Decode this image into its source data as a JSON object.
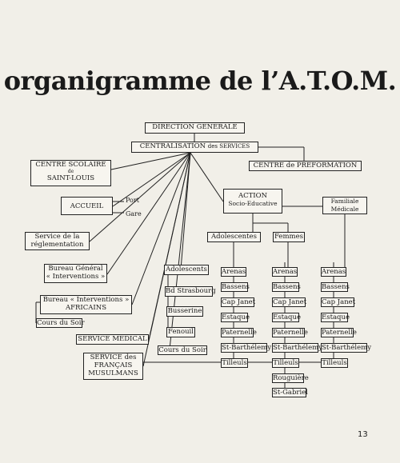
{
  "title": "organigramme de l’A.T.O.M.",
  "page_number": "13",
  "nodes": {
    "direction": "DIRECTION GENERALE",
    "centralisation_a": "CENTRALISATION",
    "centralisation_b": "des SERVICES",
    "centre_scolaire_1": "CENTRE SCOLAIRE",
    "centre_scolaire_2": "de",
    "centre_scolaire_3": "SAINT-LOUIS",
    "centre_preformation": "CENTRE de PREFORMATION",
    "accueil": "ACCUEIL",
    "port": "Port",
    "gare": "Gare",
    "service_reglementation_1": "Service de la",
    "service_reglementation_2": "réglementation",
    "bureau_general_1": "Bureau Général",
    "bureau_general_2": "« Interventions »",
    "bureau_interventions_1": "Bureau « Interventions »",
    "bureau_interventions_2": "AFRICAINS",
    "cours_soir_left": "Cours du Soir",
    "service_medical": "SERVICE MEDICAL",
    "service_francais_1": "SERVICE des",
    "service_francais_2": "FRANÇAIS",
    "service_francais_3": "MUSULMANS",
    "action_1": "ACTION",
    "action_2": "Socio-Educative",
    "familiale": "Familiale",
    "medicale": "Médicale",
    "adolescentes": "Adolescentes",
    "femmes": "Femmes",
    "adolescents": "Adolescents",
    "bd_strasbourg": "Bd Strasbourg",
    "busserine": "Busserine",
    "fenouil": "Fenouil",
    "cours_soir_mid": "Cours du Soir",
    "list_a": [
      "Arenas",
      "Bassens",
      "Cap Janet",
      "Estaque",
      "Paternelle",
      "St-Barthélemy",
      "Tilleuls"
    ],
    "list_b": [
      "Arenas",
      "Bassens",
      "Cap Janet",
      "Estaque",
      "Paternelle",
      "St-Barthélemy",
      "Tilleuls",
      "Rouguière",
      "St-Gabriel"
    ],
    "list_c": [
      "Arenas",
      "Bassens",
      "Cap Janet",
      "Estaque",
      "Paternelle",
      "St-Barthélemy",
      "Tilleuls"
    ]
  }
}
